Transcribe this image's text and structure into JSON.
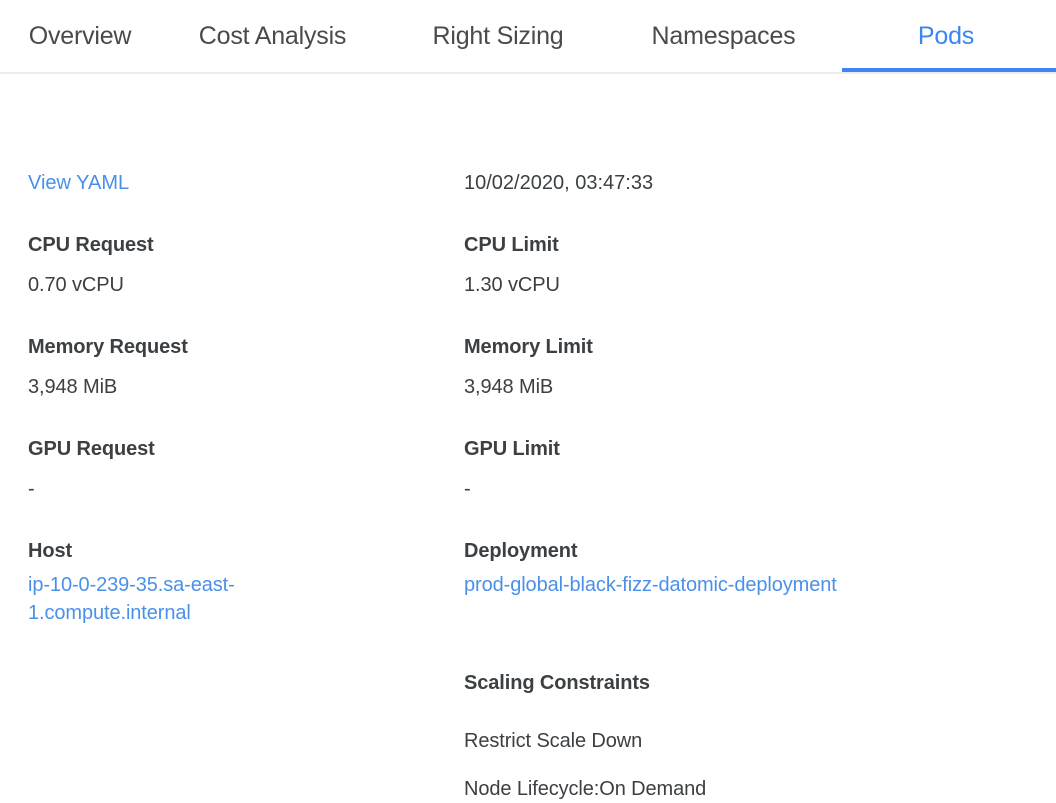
{
  "tabs": [
    {
      "label": "Overview",
      "active": false
    },
    {
      "label": "Cost Analysis",
      "active": false
    },
    {
      "label": "Right Sizing",
      "active": false
    },
    {
      "label": "Namespaces",
      "active": false
    },
    {
      "label": "Pods",
      "active": true
    }
  ],
  "accent_color": "#3b86f0",
  "link_color": "#4a90ea",
  "text_color": "#3c4043",
  "left_column": {
    "view_yaml_link": "View YAML",
    "fields": [
      {
        "label": "CPU Request",
        "value": "0.70 vCPU",
        "is_link": false
      },
      {
        "label": "Memory Request",
        "value": "3,948 MiB",
        "is_link": false
      },
      {
        "label": "GPU Request",
        "value": "-",
        "is_link": false
      },
      {
        "label": "Host",
        "value": "ip-10-0-239-35.sa-east-1.compute.internal",
        "is_link": true
      }
    ]
  },
  "right_column": {
    "timestamp": "10/02/2020, 03:47:33",
    "fields": [
      {
        "label": "CPU Limit",
        "value": "1.30 vCPU",
        "is_link": false
      },
      {
        "label": "Memory Limit",
        "value": "3,948 MiB",
        "is_link": false
      },
      {
        "label": "GPU Limit",
        "value": "-",
        "is_link": false
      },
      {
        "label": "Deployment",
        "value": "prod-global-black-fizz-datomic-deployment",
        "is_link": true
      }
    ],
    "scaling_constraints": {
      "label": "Scaling Constraints",
      "items": [
        "Restrict Scale Down",
        "Node Lifecycle:On Demand"
      ]
    }
  }
}
